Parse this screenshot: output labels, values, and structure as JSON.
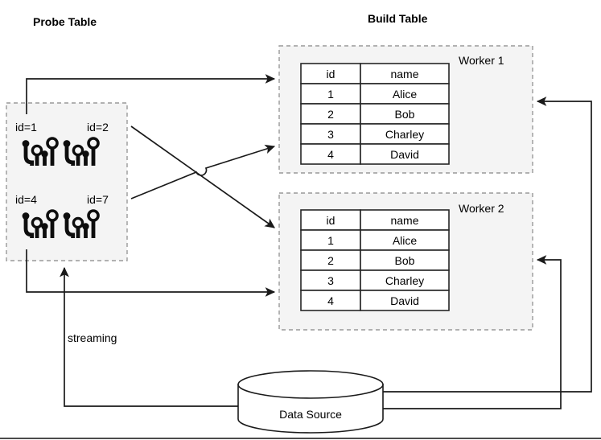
{
  "titles": {
    "probe": "Probe Table",
    "build": "Build Table"
  },
  "probe_table": {
    "name": "probe-table",
    "sensors": [
      {
        "label": "id=1"
      },
      {
        "label": "id=2"
      },
      {
        "label": "id=4"
      },
      {
        "label": "id=7"
      }
    ],
    "icon": "circuit-sensor-icon"
  },
  "workers": [
    {
      "name": "Worker 1",
      "columns": [
        "id",
        "name"
      ],
      "rows": [
        [
          "1",
          "Alice"
        ],
        [
          "2",
          "Bob"
        ],
        [
          "3",
          "Charley"
        ],
        [
          "4",
          "David"
        ]
      ]
    },
    {
      "name": "Worker 2",
      "columns": [
        "id",
        "name"
      ],
      "rows": [
        [
          "1",
          "Alice"
        ],
        [
          "2",
          "Bob"
        ],
        [
          "3",
          "Charley"
        ],
        [
          "4",
          "David"
        ]
      ]
    }
  ],
  "data_source": {
    "label": "Data Source",
    "icon": "database-cylinder-icon"
  },
  "edges": [
    {
      "label": "streaming"
    }
  ],
  "colors": {
    "group_fill": "#f4f4f4",
    "group_stroke": "#999999",
    "line": "#1a1a1a",
    "table_stroke": "#262626",
    "text": "#000000",
    "background": "#ffffff"
  }
}
